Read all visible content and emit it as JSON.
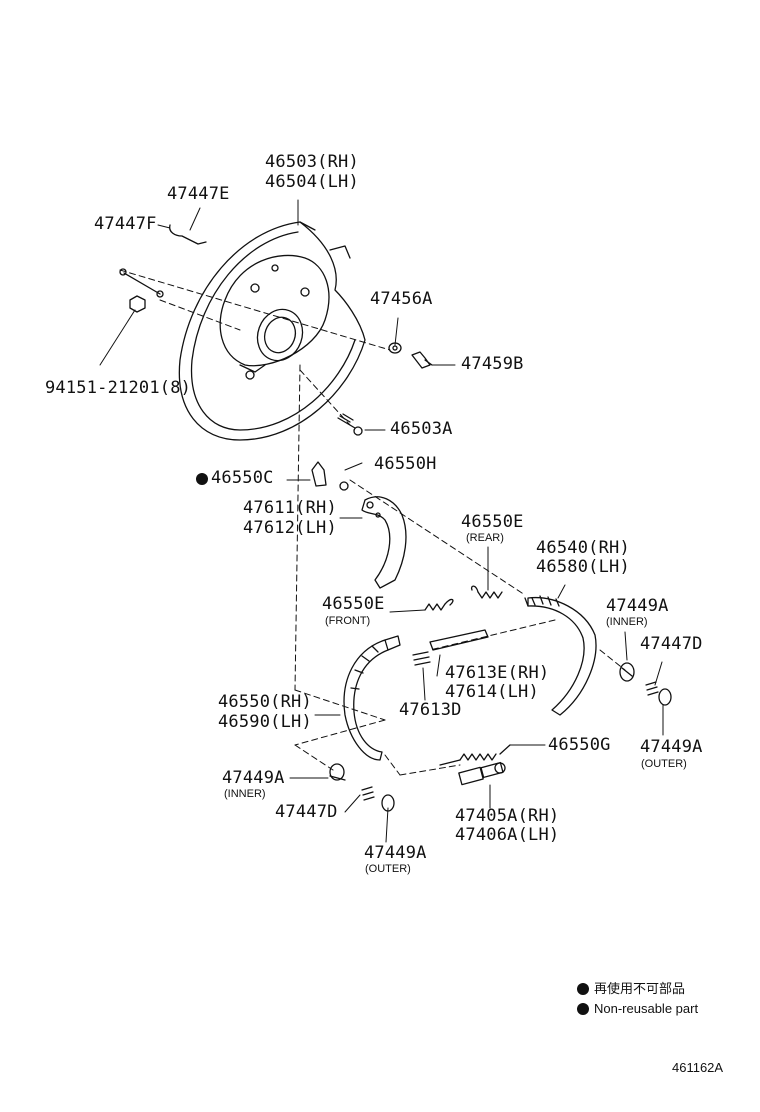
{
  "labels": {
    "p46503": "46503(RH)",
    "p46504": "46504(LH)",
    "p47447E": "47447E",
    "p47447F": "47447F",
    "p94151": "94151-21201(8)",
    "p47456A": "47456A",
    "p47459B": "47459B",
    "p46503A": "46503A",
    "p46550C": "46550C",
    "p46550H": "46550H",
    "p47611": "47611(RH)",
    "p47612": "47612(LH)",
    "p46550E_rear": "46550E",
    "p46540": "46540(RH)",
    "p46580": "46580(LH)",
    "p46550E_front": "46550E",
    "p47449A_inner_r": "47449A",
    "p47447D_r": "47447D",
    "p47613E": "47613E(RH)",
    "p47614": "47614(LH)",
    "p47613D": "47613D",
    "p46550": "46550(RH)",
    "p46590": "46590(LH)",
    "p47449A_outer_r": "47449A",
    "p46550G": "46550G",
    "p47449A_inner_l": "47449A",
    "p47447D_l": "47447D",
    "p47405A": "47405A(RH)",
    "p47406A": "47406A(LH)",
    "p47449A_outer_l": "47449A"
  },
  "sublabels": {
    "rear": "(REAR)",
    "front": "(FRONT)",
    "inner_r": "(INNER)",
    "outer_r": "(OUTER)",
    "inner_l": "(INNER)",
    "outer_l": "(OUTER)"
  },
  "legend": {
    "jp": "再使用不可部品",
    "en": "Non-reusable part"
  },
  "diagram_code": "461162A"
}
